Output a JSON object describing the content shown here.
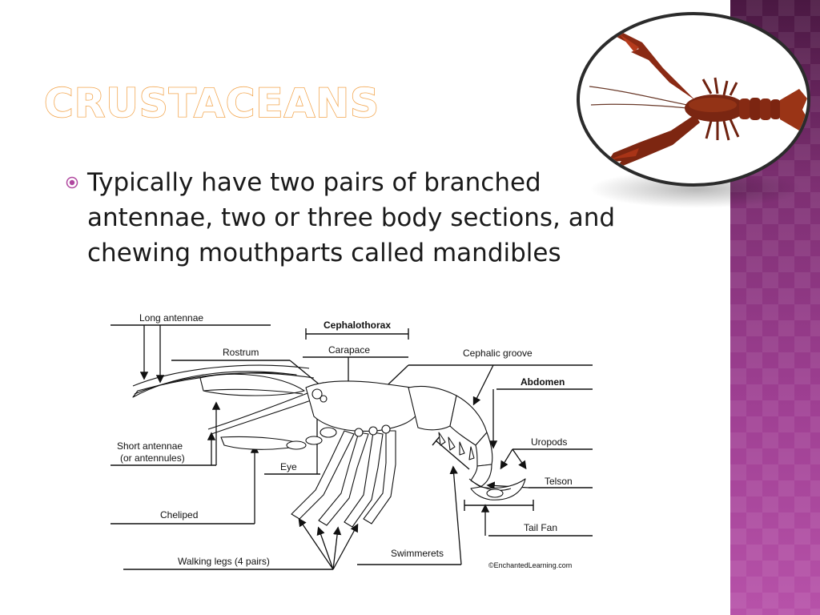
{
  "slide": {
    "title": "Crustaceans",
    "bullet": "Typically have two pairs of branched antennae, two or three body sections, and chewing mouthparts called mandibles"
  },
  "photo": {
    "subject": "crayfish",
    "frame_color": "#2b2b2b"
  },
  "theme": {
    "accent": "#f2a24a",
    "band_color": "#8b3a80",
    "bullet_color": "#b0479f"
  },
  "diagram": {
    "labels": {
      "long_antennae": "Long antennae",
      "cephalothorax": "Cephalothorax",
      "carapace": "Carapace",
      "rostrum": "Rostrum",
      "cephalic_groove": "Cephalic groove",
      "abdomen": "Abdomen",
      "uropods": "Uropods",
      "telson": "Telson",
      "short_antennae": "Short antennae",
      "antennules": "(or antennules)",
      "eye": "Eye",
      "cheliped": "Cheliped",
      "tail_fan": "Tail Fan",
      "swimmerets": "Swimmerets",
      "walking_legs": "Walking legs (4 pairs)",
      "credit": "©EnchantedLearning.com"
    }
  }
}
